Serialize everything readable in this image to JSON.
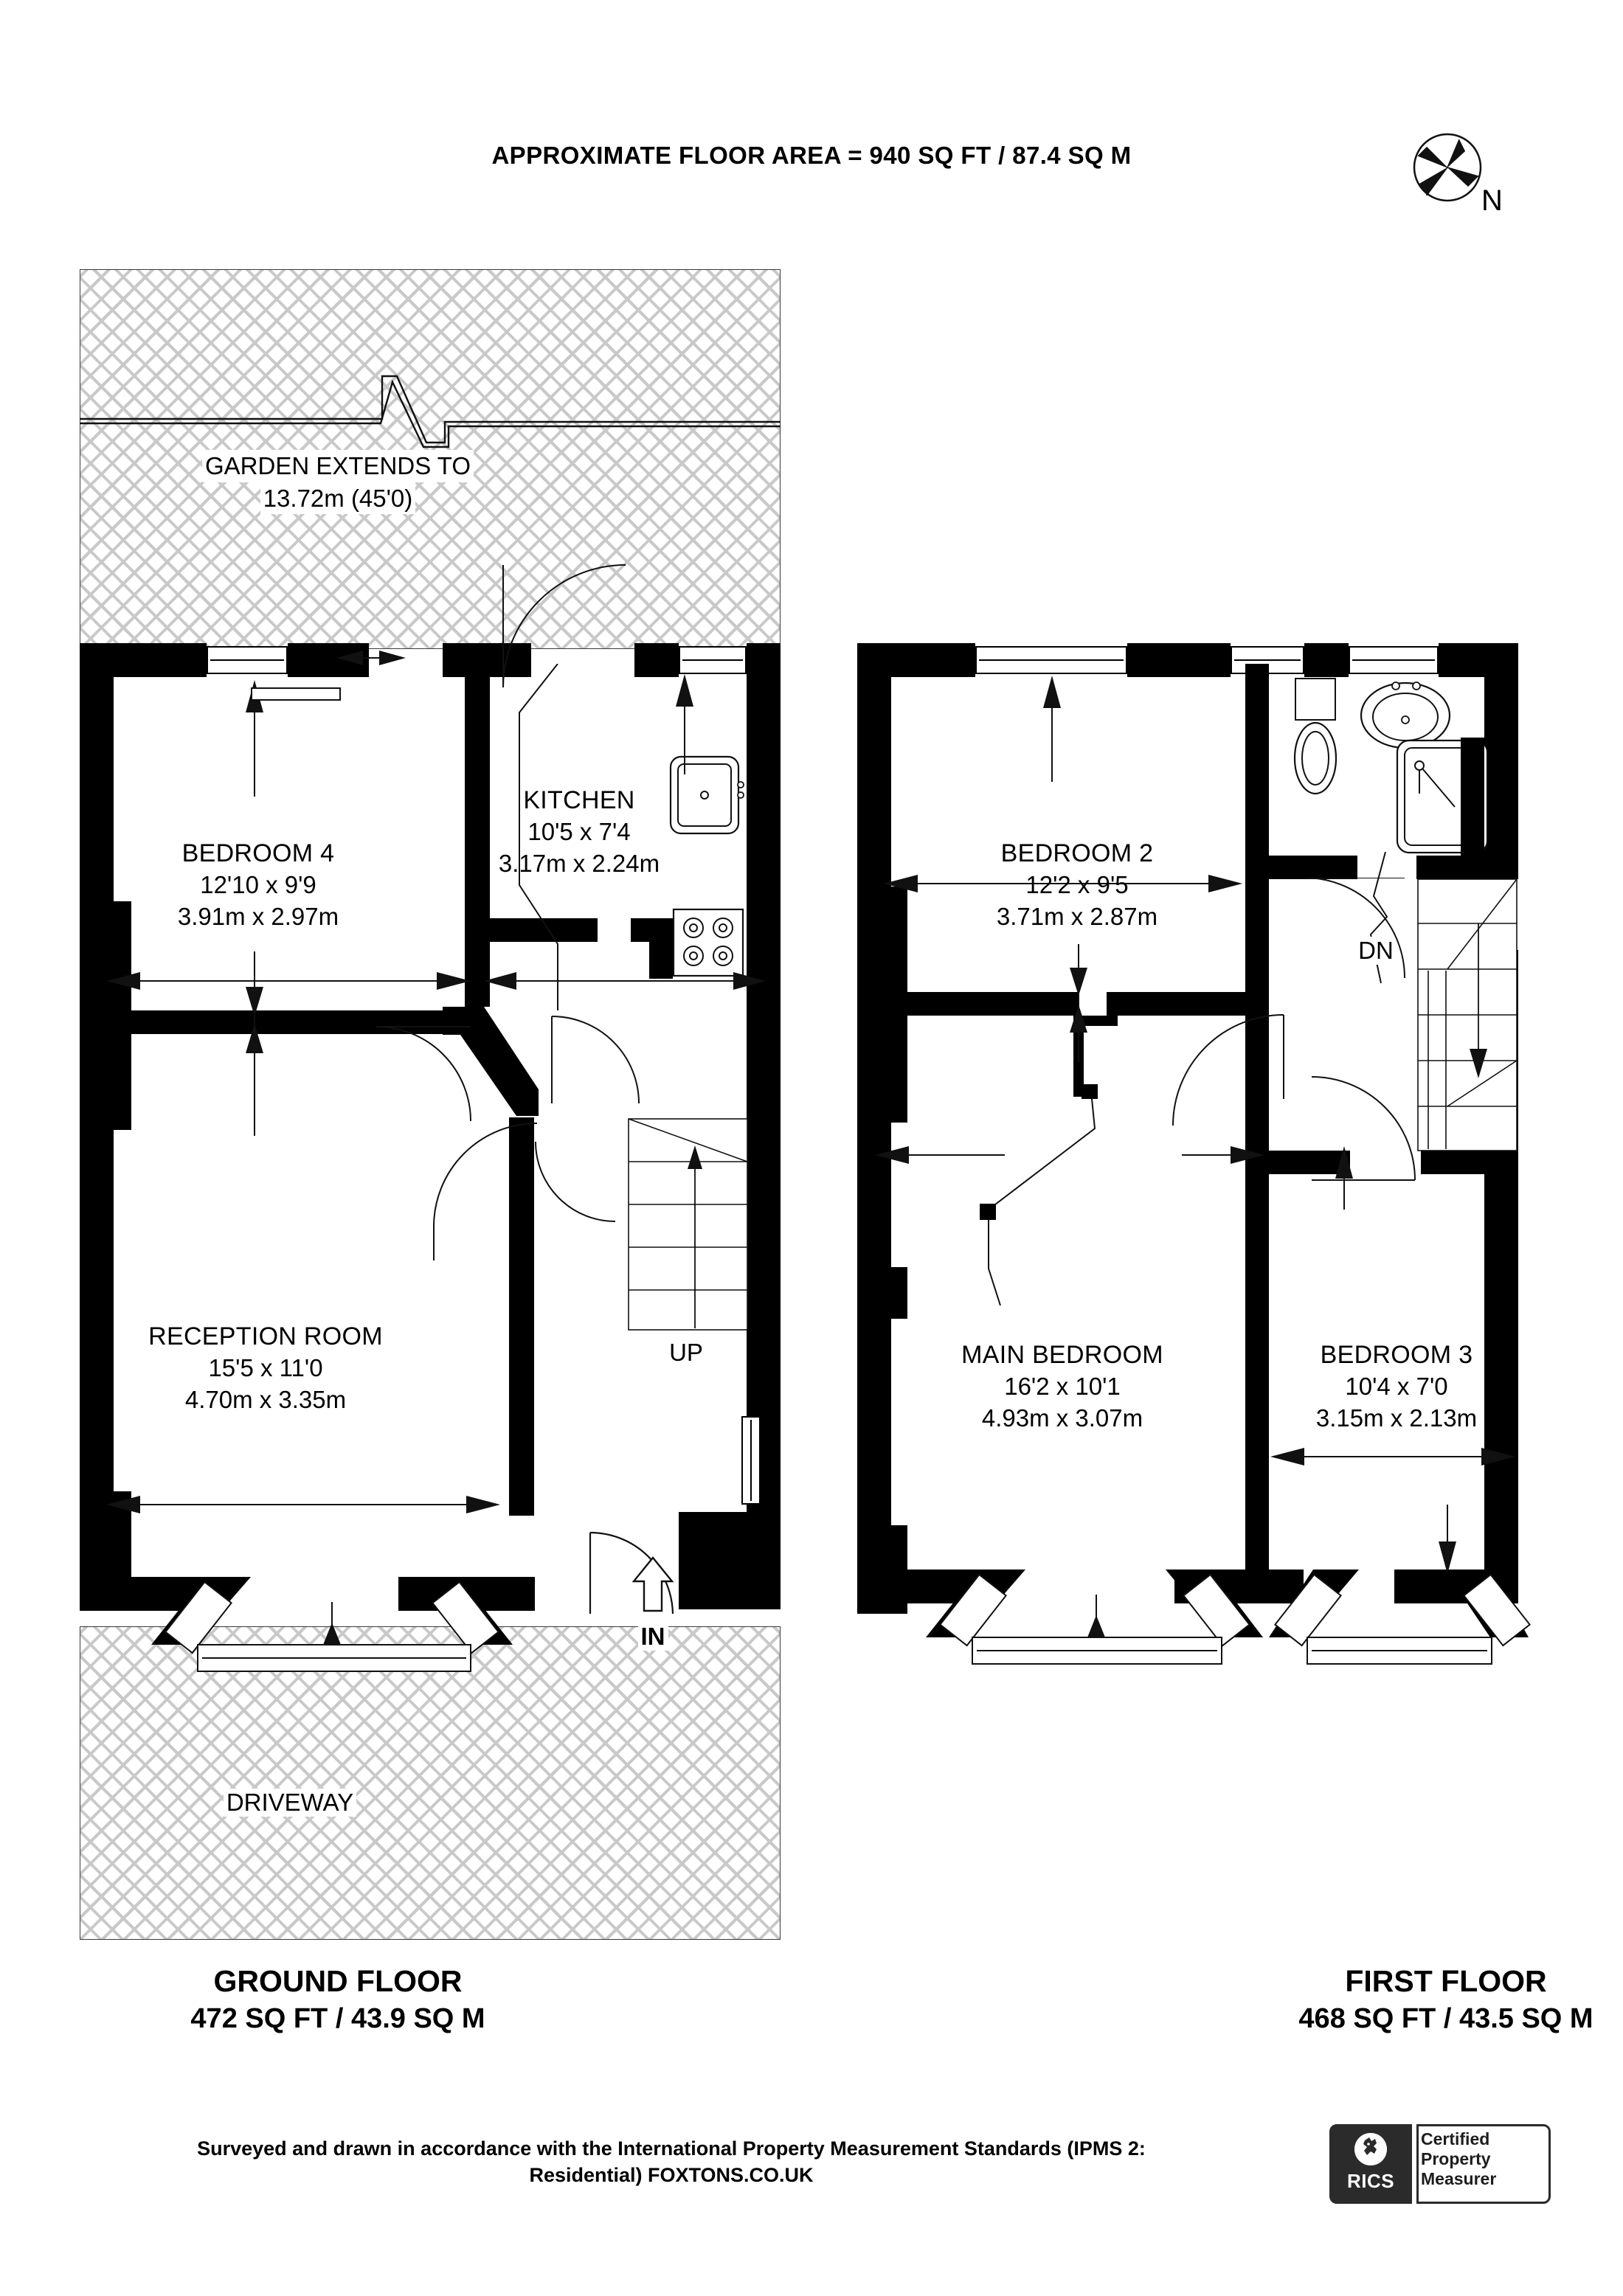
{
  "header": {
    "title": "APPROXIMATE FLOOR AREA = 940 SQ FT / 87.4 SQ M",
    "compass_label": "N",
    "compass_icon": "compass-rose-icon"
  },
  "ground_floor": {
    "caption_title": "GROUND FLOOR",
    "caption_area": "472 SQ FT / 43.9 SQ M",
    "garden": {
      "line1": "GARDEN EXTENDS TO",
      "line2": "13.72m (45'0)"
    },
    "driveway_label": "DRIVEWAY",
    "entry_label": "IN",
    "stairs_label": "UP",
    "rooms": [
      {
        "name": "BEDROOM 4",
        "dim_imperial": "12'10 x 9'9",
        "dim_metric": "3.91m x 2.97m"
      },
      {
        "name": "KITCHEN",
        "dim_imperial": "10'5 x 7'4",
        "dim_metric": "3.17m x 2.24m"
      },
      {
        "name": "RECEPTION ROOM",
        "dim_imperial": "15'5 x 11'0",
        "dim_metric": "4.70m x 3.35m"
      }
    ]
  },
  "first_floor": {
    "caption_title": "FIRST FLOOR",
    "caption_area": "468 SQ FT / 43.5 SQ M",
    "stairs_label": "DN",
    "rooms": [
      {
        "name": "BEDROOM 2",
        "dim_imperial": "12'2 x 9'5",
        "dim_metric": "3.71m x 2.87m"
      },
      {
        "name": "MAIN BEDROOM",
        "dim_imperial": "16'2 x 10'1",
        "dim_metric": "4.93m x 3.07m"
      },
      {
        "name": "BEDROOM 3",
        "dim_imperial": "10'4 x 7'0",
        "dim_metric": "3.15m x 2.13m"
      }
    ],
    "bathroom_fixtures": [
      "toilet-icon",
      "sink-icon",
      "bath-icon"
    ]
  },
  "kitchen_fixtures": [
    "sink-icon",
    "hob-icon"
  ],
  "footer": {
    "line1": "Surveyed and drawn in accordance with the International Property Measurement Standards (IPMS 2:",
    "line2": "Residential) FOXTONS.CO.UK"
  },
  "rics_badge": {
    "brand": "RICS",
    "line1": "Certified",
    "line2": "Property",
    "line3": "Measurer"
  },
  "colors": {
    "wall": "#000000",
    "hatch": "#c9c9c9",
    "background": "#ffffff",
    "badge_dark": "#2b2b2b"
  }
}
